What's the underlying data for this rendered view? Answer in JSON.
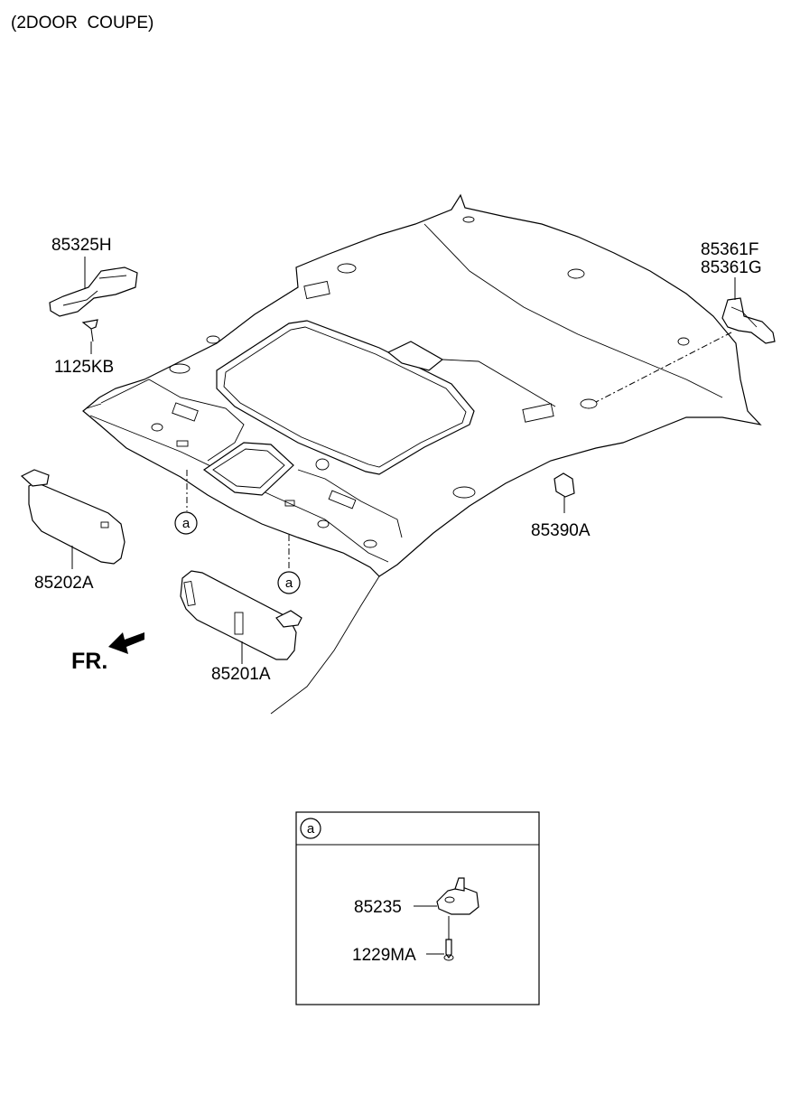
{
  "header": {
    "variant": "(2DOOR  COUPE)"
  },
  "callouts": {
    "p85325H": "85325H",
    "p1125KB": "1125KB",
    "p85361F": "85361F",
    "p85361G": "85361G",
    "p85390A": "85390A",
    "p85202A": "85202A",
    "p85201A": "85201A"
  },
  "ref_marker": "a",
  "direction": {
    "label": "FR."
  },
  "detail": {
    "marker": "a",
    "p85235": "85235",
    "p1229MA": "1229MA"
  }
}
